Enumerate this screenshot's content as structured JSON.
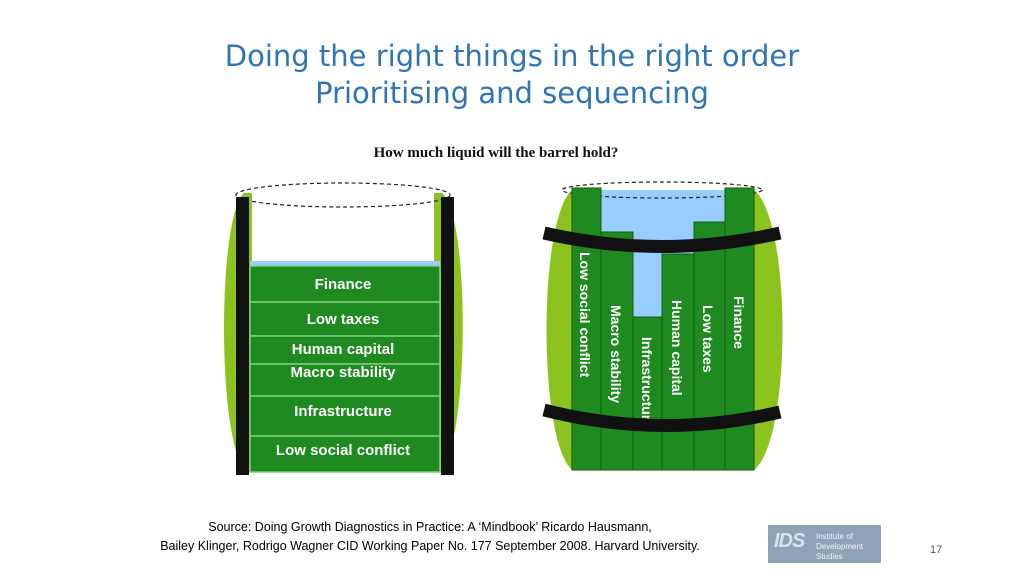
{
  "title": {
    "line1": "Doing the right things in the right order",
    "line2": "Prioritising and sequencing"
  },
  "diagram": {
    "heading": "How much liquid will the barrel hold?",
    "colors": {
      "stave_green": "#1f8a1f",
      "barrel_side_green": "#8cc21e",
      "liquid_blue": "#99ccff",
      "hoop_black": "#111111"
    },
    "left_barrel_staves": [
      "Finance",
      "Low taxes",
      "Human capital",
      "Macro stability",
      "Infrastructure",
      "Low social conflict"
    ],
    "right_barrel_staves": [
      "Low social conflict",
      "Macro stability",
      "Infrastructure",
      "Human capital",
      "Low taxes",
      "Finance"
    ],
    "right_barrel_stave_heights_relative": [
      1.0,
      0.84,
      0.55,
      0.76,
      0.87,
      1.0
    ]
  },
  "source": {
    "line1": "Source: Doing Growth Diagnostics in Practice: A ‘Mindbook’ Ricardo Hausmann,",
    "line2": "Bailey Klinger, Rodrigo Wagner CID Working Paper No. 177 September 2008. Harvard University."
  },
  "logo": {
    "mark": "IDS",
    "name_line1": "Institute of",
    "name_line2": "Development Studies"
  },
  "page_number": "17"
}
